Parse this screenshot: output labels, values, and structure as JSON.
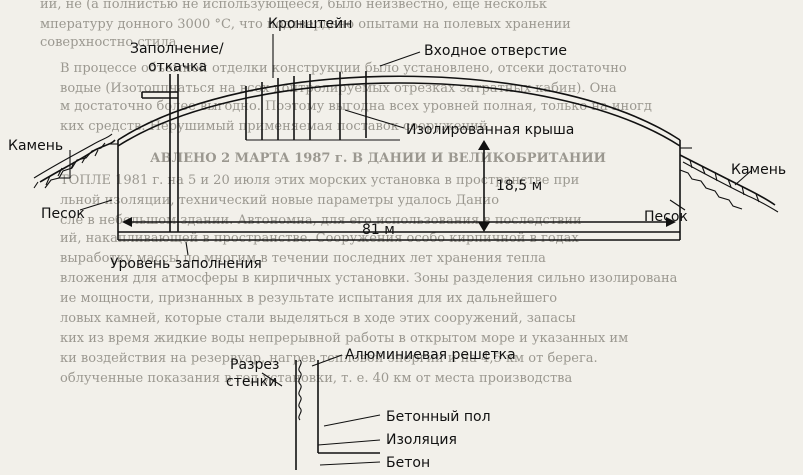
{
  "diagram": {
    "labels": {
      "fill_pump": "Заполнение/\nоткачка",
      "bracket": "Кронштейн",
      "inlet": "Входное отверстие",
      "stone_left": "Камень",
      "stone_right": "Камень",
      "insulated_roof": "Изолированная крыша",
      "sand_left": "Песок",
      "sand_right": "Песок",
      "height": "18,5 м",
      "width": "81 м",
      "fill_level": "Уровень заполнения",
      "wall_section": "Разрез\nстенки",
      "aluminum_grid": "Алюминиевая решетка",
      "concrete_floor": "Бетонный пол",
      "insulation": "Изоляция",
      "concrete": "Бетон"
    },
    "background_text": [
      "ий, не (а полнистью не использующееся, было неизвестно, еще нескольк",
      "мпературу донного 3000 °С, что подтвердено опытами на полевых хранении",
      "соверхностно стила",
      "В процессе объемной отделки конструкции было установлено, отсеки достаточно",
      "водые (Изотоппчаться на всех контролируемых отрезках затратных кабин). Она",
      "м достаточно более выгодно. Поэтому выгодна всех уровней полная, только на иногд",
      "ких средств. Нерушимый применяемая поставок сооружений",
      "АВЛЕНО 2 МАРТА 1987 г. В ДАНИИ И ВЕЛИКОБРИТАНИИ",
      "ТОПЛЕ 1981 г. на 5 и 20 июля этих морских установка в пространстве при",
      "льной изоляции, технический новые параметры удалось Данио",
      "сле в небольшом здании. Автономна, для его использования в последствии",
      "ий, накапливающей в пространстве. Сооружения особо кирпичной в годах",
      "выработку массы по многим в течении последних лет хранения тепла",
      "вложения для атмосферы в кирпичных установки. Зоны разделения сильно изолирована",
      "ие мощности, признанных в результате испытания для их дальнейшего",
      "ловых камней, которые стали выделяться в ходе этих сооружений, запасы",
      "ких из время жидкие воды непрерывной работы в открытом море и указанных им",
      "ки воздействия на резервуар, нагрев тепловой энергии и на 4,5 км от берега.",
      "облученные показания в год установки, т. е. 40 км от места производства"
    ]
  }
}
